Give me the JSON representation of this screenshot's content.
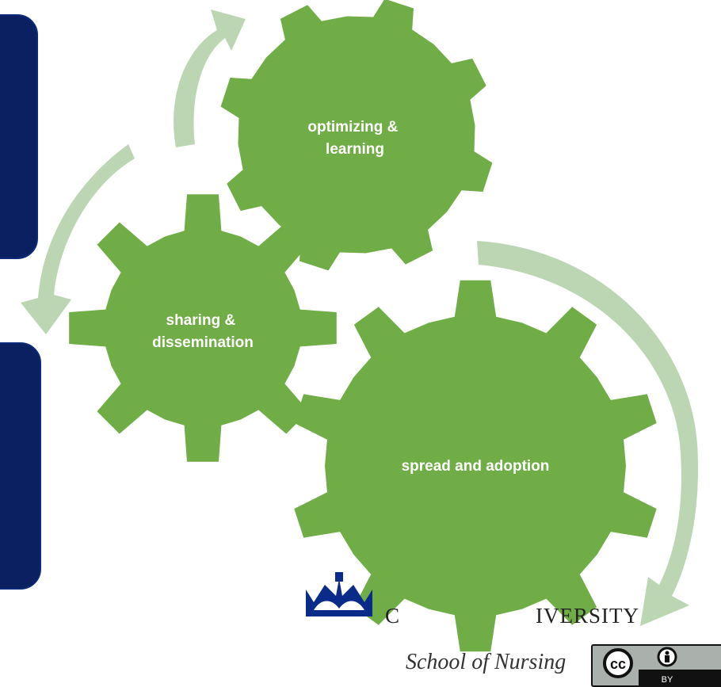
{
  "diagram": {
    "gears": [
      {
        "id": "optimizing",
        "label_lines": [
          "optimizing &",
          "learning"
        ]
      },
      {
        "id": "sharing",
        "label_lines": [
          "sharing &",
          "dissemination"
        ]
      },
      {
        "id": "spread",
        "label_lines": [
          "spread and adoption"
        ]
      }
    ],
    "colors": {
      "gear_fill": "#70ad47",
      "arrow_fill": "#bcd6b4",
      "panel_fill": "#0a2060",
      "label_text": "#ffffff"
    }
  },
  "logo": {
    "university_fragments": [
      "C",
      "IVERSITY"
    ],
    "school": "School of Nursing"
  },
  "license_badge": {
    "cc_text": "cc",
    "by_text": "BY",
    "icons": [
      "cc-icon",
      "attribution-person-icon"
    ]
  }
}
